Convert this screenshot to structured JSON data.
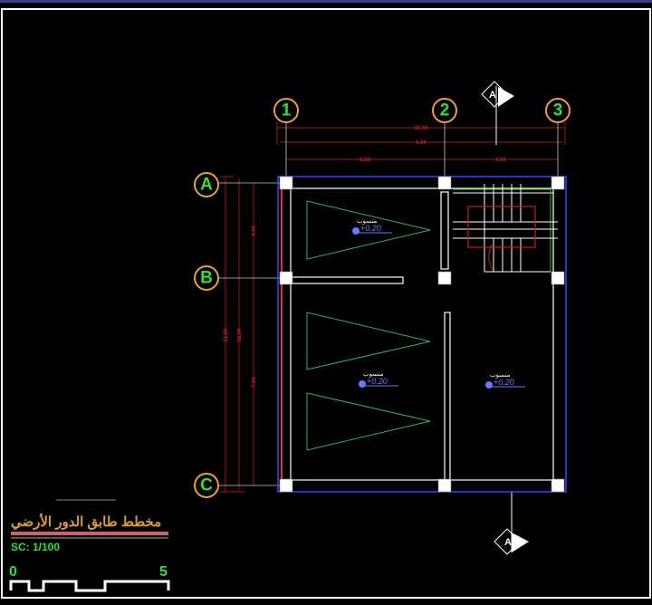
{
  "grid_axes": {
    "vertical": [
      "1",
      "2",
      "3"
    ],
    "horizontal": [
      "A",
      "B",
      "C"
    ]
  },
  "dimensions": {
    "horizontal_overall": "10.00",
    "horizontal_axes_total": "9.50",
    "horizontal_bay_1": "6.05",
    "horizontal_bay_2": "3.50",
    "vertical_overall": "11.00",
    "vertical_axes_total": "10.50",
    "vertical_bay_1": "3.50",
    "vertical_bay_2": "7.00"
  },
  "section_marker": "A",
  "levels": [
    {
      "label": "منسوب",
      "value": "+0.20"
    },
    {
      "label": "منسوب",
      "value": "+0.20"
    },
    {
      "label": "منسوب",
      "value": "+0.20"
    }
  ],
  "title_block": {
    "title": "ﻣﺨﻄﻂ ﻃﺎﺑﻖ ﺍﻟﺪﻭﺭ ﺍﻷﺭﺿﻲ",
    "scale": "SC: 1/100",
    "scale_bar_start": "0",
    "scale_bar_end": "5"
  },
  "colors": {
    "bubble": "#e8a040",
    "bubble_text": "#30e030",
    "dimension": "#a01820",
    "outline": "#4040ff",
    "level": "#6a78ff",
    "title": "#d8a030"
  }
}
